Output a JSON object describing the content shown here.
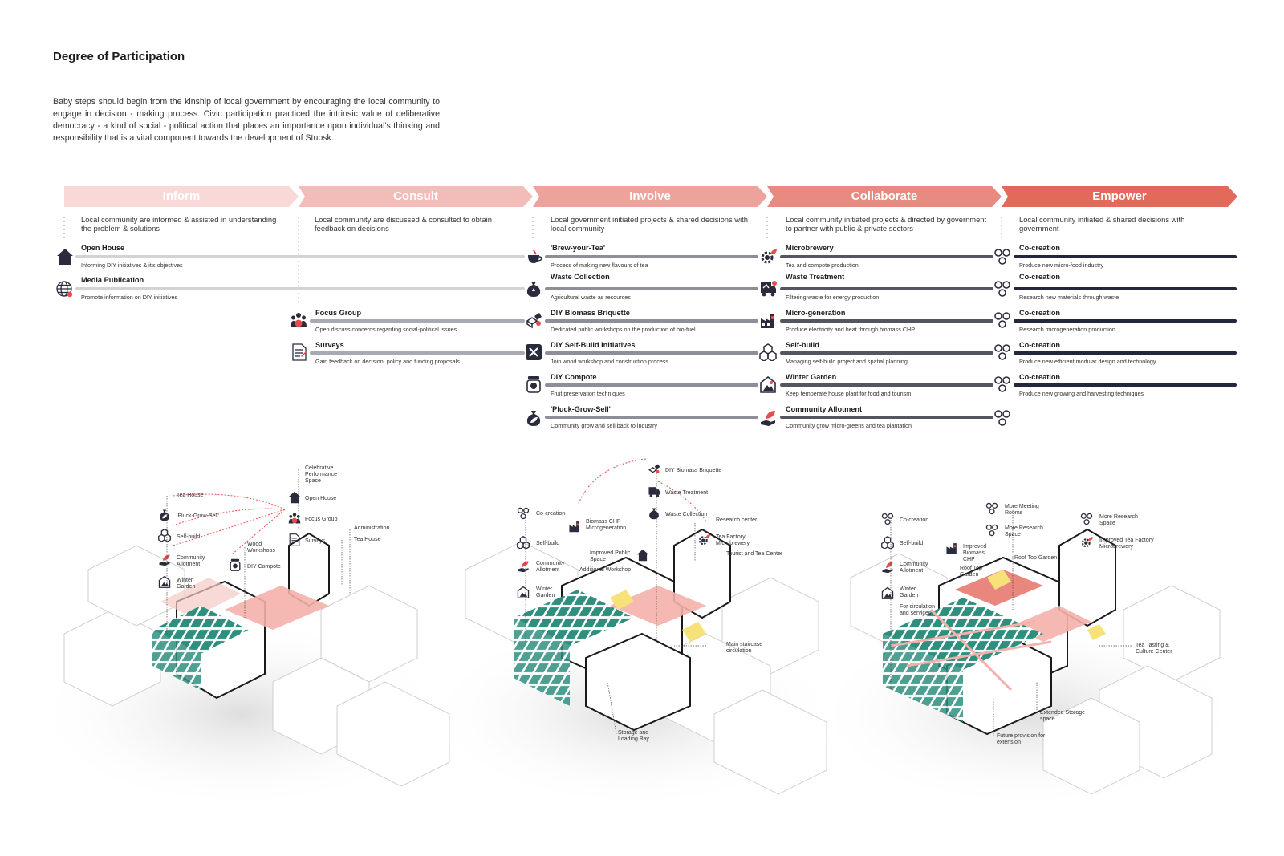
{
  "title": "Degree of Participation",
  "intro": "Baby steps should begin from the kinship of local government by encouraging the local community to engage in decision - making process. Civic participation practiced the intrinsic value of deliberative democracy - a kind of social - political action that places an importance upon individual's thinking and responsibility that is a vital component towards the development of Stupsk.",
  "colors": {
    "inform": "#f8d9d7",
    "consult": "#f2bdb8",
    "involve": "#eda39c",
    "collaborate": "#e88a80",
    "empower": "#e36a5a",
    "line_light": "#d3d3d6",
    "line_mid": "#8e8e96",
    "line_dark": "#55555f",
    "line_darkest": "#24263a",
    "accent_red": "#e84b4b",
    "teal": "#2e8f7f"
  },
  "stages": [
    {
      "name": "Inform",
      "desc": "Local community are informed & assisted in understanding the problem & solutions"
    },
    {
      "name": "Consult",
      "desc": "Local community are discussed & consulted to obtain feedback  on decisions"
    },
    {
      "name": "Involve",
      "desc": "Local government initiated projects & shared decisions with local community"
    },
    {
      "name": "Collaborate",
      "desc": "Local community initiated projects & directed by government to partner with public & private sectors"
    },
    {
      "name": "Empower",
      "desc": "Local community initiated & shared decisions with government"
    }
  ],
  "inform_activities": [
    {
      "icon": "house-icon",
      "title": "Open House",
      "desc": "Informing DIY initiatives & it's objectives"
    },
    {
      "icon": "globe-icon",
      "title": "Media Publication",
      "desc": "Promote information on DIY initiatives"
    }
  ],
  "consult_activities": [
    {
      "icon": "group-icon",
      "title": "Focus Group",
      "desc": "Open discuss concerns regarding social-political issues"
    },
    {
      "icon": "document-icon",
      "title": "Surveys",
      "desc": "Gain feedback on decision, policy and funding proposals"
    }
  ],
  "involve_activities": [
    {
      "icon": "teapot-icon",
      "title": "'Brew-your-Tea'",
      "desc": "Process of making new flavours of tea"
    },
    {
      "icon": "sack-icon",
      "title": "Waste Collection",
      "desc": "Agricultural waste as resources"
    },
    {
      "icon": "briquette-icon",
      "title": "DIY Biomass Briquette",
      "desc": "Dedicated public workshops on the production of bio-fuel"
    },
    {
      "icon": "tools-icon",
      "title": "DIY Self-Build Initiatives",
      "desc": "Join wood workshop and construction process"
    },
    {
      "icon": "jar-icon",
      "title": "DIY Compote",
      "desc": "Fruit preservation techniques"
    },
    {
      "icon": "leaf-bag-icon",
      "title": "'Pluck-Grow-Sell'",
      "desc": "Community grow and sell back to industry"
    }
  ],
  "collaborate_activities": [
    {
      "icon": "gear-leaf-icon",
      "title": "Microbrewery",
      "desc": "Tea and compote production"
    },
    {
      "icon": "recycle-truck-icon",
      "title": "Waste Treatment",
      "desc": "Filtering waste for energy production"
    },
    {
      "icon": "factory-icon",
      "title": "Micro-generation",
      "desc": "Produce electricity and heat through biomass CHP"
    },
    {
      "icon": "cubes-icon",
      "title": "Self-build",
      "desc": "Managing self-build project and spatial planning"
    },
    {
      "icon": "greenhouse-icon",
      "title": "Winter Garden",
      "desc": "Keep temperate house plant for food and tourism"
    },
    {
      "icon": "hand-leaf-icon",
      "title": "Community Allotment",
      "desc": "Community grow micro-greens and tea plantation"
    }
  ],
  "empower_activities": [
    {
      "title": "Co-creation",
      "desc": "Produce new micro-food industry"
    },
    {
      "title": "Co-creation",
      "desc": "Research new materials through waste"
    },
    {
      "title": "Co-creation",
      "desc": "Research microgeneration production"
    },
    {
      "title": "Co-creation",
      "desc": "Produce new efficient modular design and technology"
    },
    {
      "title": "Co-creation",
      "desc": "Produce new growing and harvesting techniques"
    }
  ],
  "diagram1": {
    "labels": {
      "tea_house_top": "Tea House",
      "pluck": "'Pluck-Grow-Sell'",
      "self_build": "Self-build",
      "community_allotment": "Community Allotment",
      "winter_garden": "Winter Garden",
      "celebrative": "Celebrative Performance Space",
      "open_house": "Open House",
      "focus_group": "Focus Group",
      "surveys": "Surveys",
      "wood_workshops": "Wood Workshops",
      "diy_compote": "DIY Compote",
      "administration": "Administration",
      "tea_house": "Tea House"
    }
  },
  "diagram2": {
    "labels": {
      "co_creation": "Co-creation",
      "self_build": "Self-build",
      "community_allotment": "Community Allotment",
      "winter_garden": "Winter Garden",
      "biomass_chp": "Biomass CHP Microgeneration",
      "diy_briquette": "DIY Biomass Briquette",
      "waste_treatment": "Waste Treatment",
      "waste_collection": "Waste Collection",
      "research_center": "Research center",
      "tea_factory": "Tea Factory Microbrewery",
      "tourist": "Tourist and Tea Center",
      "improved_public": "Improved Public Space",
      "additional_workshop": "Additional Workshop",
      "main_staircase": "Main staircase circulation",
      "storage": "Storage and Loading Bay"
    }
  },
  "diagram3": {
    "labels": {
      "co_creation": "Co-creation",
      "self_build": "Self-build",
      "community_allotment": "Community Allotment",
      "winter_garden": "Winter Garden",
      "circulation": "For circulation and services",
      "improved_biomass": "Improved Biomass CHP",
      "roof_top_garden_left": "Roof Top Garden",
      "more_meeting": "More Meeting Rooms",
      "more_research": "More Research Space",
      "roof_top_garden": "Roof Top Garden",
      "more_research_right": "More Research Space",
      "improved_tea_factory": "Improved Tea Factory Microbrewery",
      "tea_tasting": "Tea Tasting & Culture Center",
      "extended_storage": "Extended Storage space",
      "future_provision": "Future provision for extension"
    }
  }
}
